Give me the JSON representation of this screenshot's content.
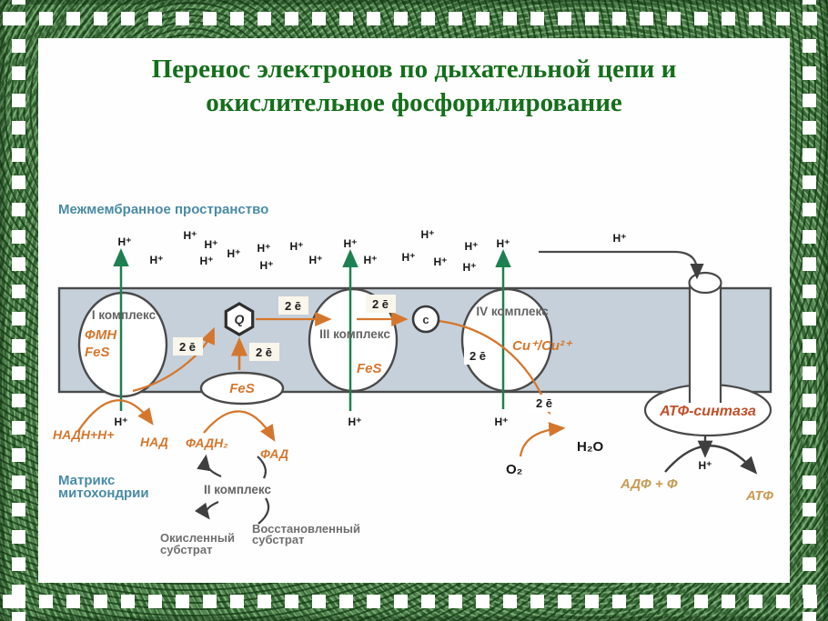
{
  "title": {
    "line1": "Перенос электронов по дыхательной цепи и",
    "line2": "окислительное фосфорилирование"
  },
  "regions": {
    "intermembrane_space": "Межмембранное пространство",
    "matrix_line1": "Матрикс",
    "matrix_line2": "митохондрии"
  },
  "glyphs": {
    "h_plus": "H⁺",
    "two_e": "2 ē"
  },
  "complexes": {
    "complex1": {
      "label": "I комплекс",
      "fmn": "ФМН",
      "fes": "FeS"
    },
    "complex2": {
      "label": "II комплекс"
    },
    "complex3": {
      "label": "III комплекс",
      "fes": "FeS"
    },
    "complex4": {
      "label": "IV комплекс",
      "cu": "Cu⁺/Cu²⁺"
    },
    "ubiquinone": "Q",
    "cytochrome_c": "c",
    "fes_cluster": "FeS",
    "atp_synthase": "АТФ-синтаза"
  },
  "metabolites": {
    "nadh": "НАДН+Н+",
    "nad": "НАД",
    "fadh2": "ФАДН₂",
    "fad": "ФАД",
    "o2": "O₂",
    "h2o": "H₂O",
    "adp_p": "АДФ + Ф",
    "atp": "АТФ",
    "oxidized_substrate_l1": "Окисленный",
    "oxidized_substrate_l2": "субстрат",
    "reduced_substrate_l1": "Восстановленный",
    "reduced_substrate_l2": "субстрат"
  },
  "colors": {
    "title_green": "#156e1b",
    "teal_label": "#4a8ba6",
    "orange": "#d4772e",
    "atp_synthase_red": "#c0502a",
    "tan": "#c79c55",
    "membrane_fill": "#c6d0da",
    "outline_gray": "#4a4a4a",
    "arrow_green": "#1e8050",
    "frame_green": "#4c7d4a"
  }
}
